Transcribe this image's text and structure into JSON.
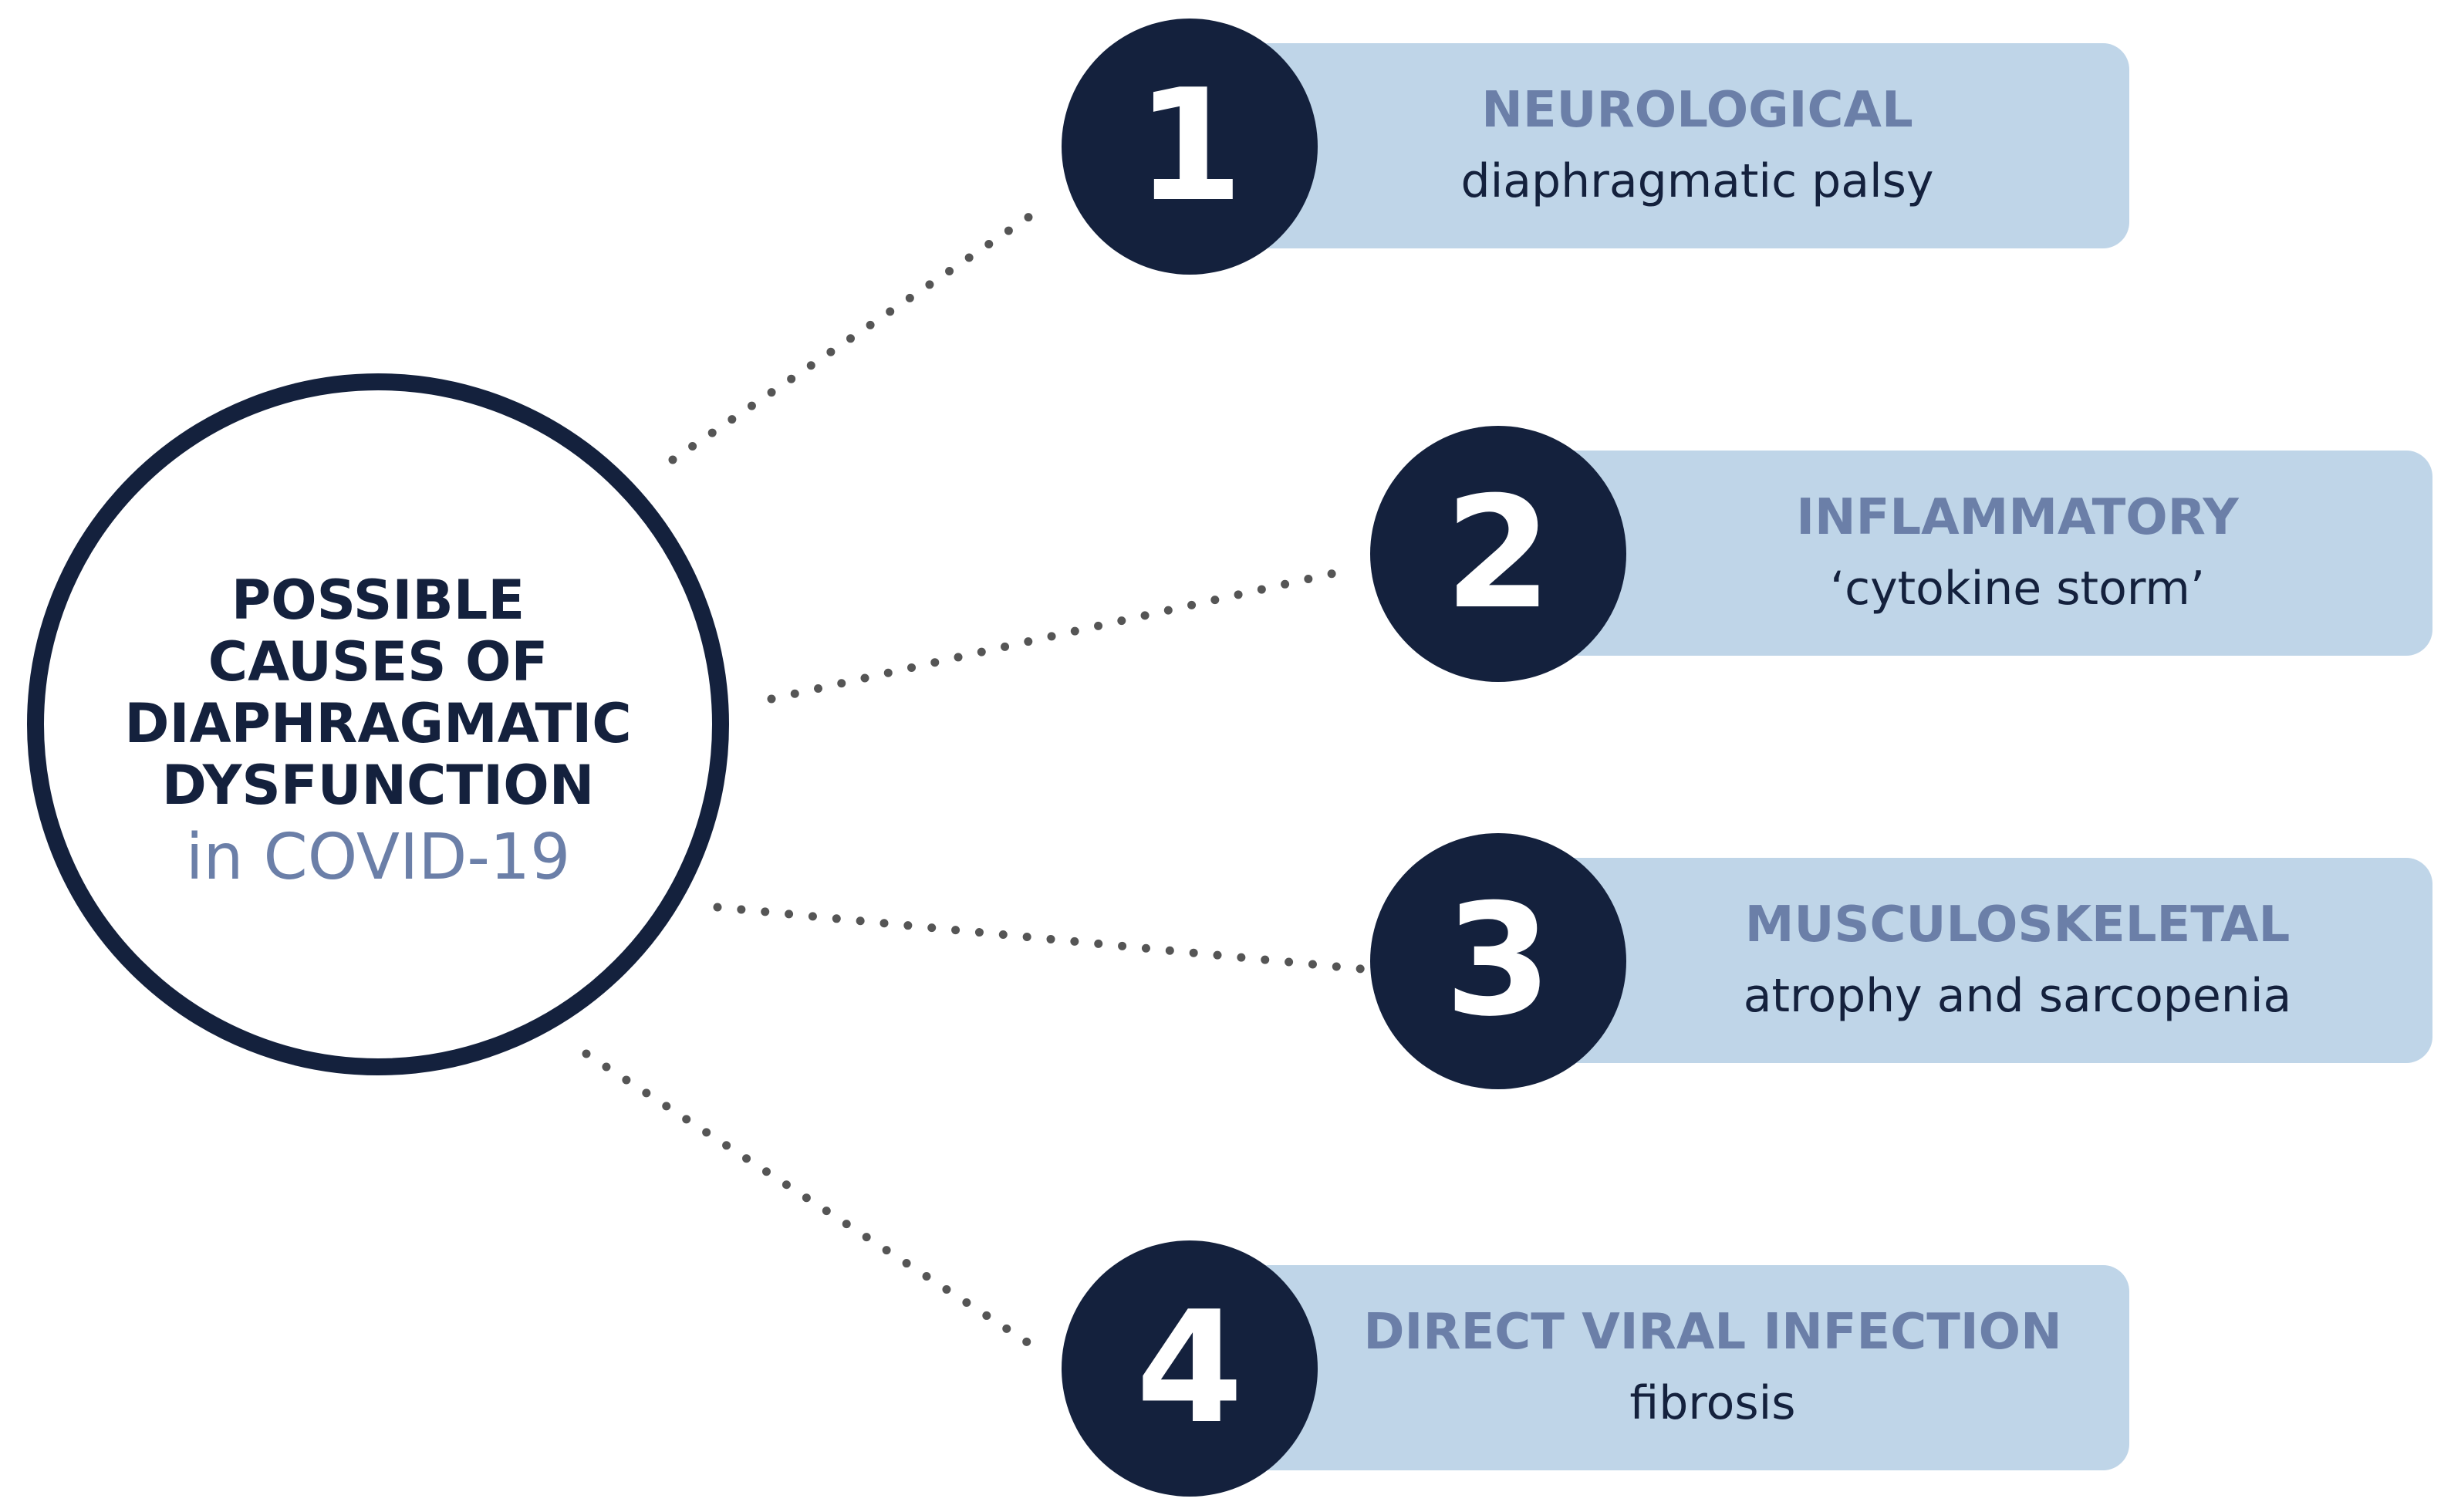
{
  "center": {
    "title_lines": [
      "POSSIBLE",
      "CAUSES OF",
      "DIAPHRAGMATIC",
      "DYSFUNCTION"
    ],
    "subtitle": "in COVID-19"
  },
  "causes": [
    {
      "number": "1",
      "heading": "NEUROLOGICAL",
      "description": "diaphragmatic palsy"
    },
    {
      "number": "2",
      "heading": "INFLAMMATORY",
      "description": "‘cytokine storm’"
    },
    {
      "number": "3",
      "heading": "MUSCULOSKELETAL",
      "description": "atrophy and sarcopenia"
    },
    {
      "number": "4",
      "heading": "DIRECT VIRAL INFECTION",
      "description": "fibrosis"
    }
  ],
  "colors": {
    "navy": "#14213d",
    "box_fill": "#bfd5e8",
    "heading_blue": "#6b7fa8",
    "connector_dots": "#555555"
  }
}
